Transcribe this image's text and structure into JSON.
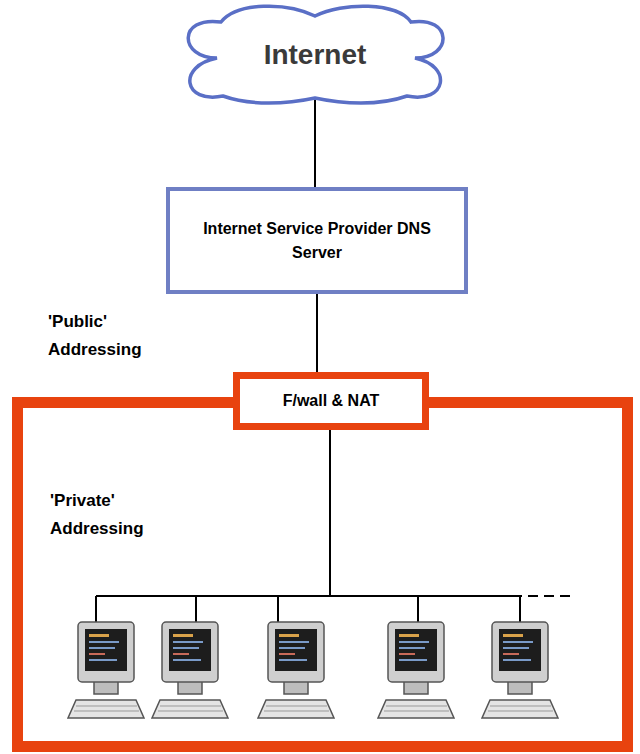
{
  "diagram": {
    "nodes": [
      {
        "text": [
          "Internet"
        ]
      },
      {
        "text": [
          "Internet Service Provider DNS Server"
        ]
      },
      {
        "text": [
          "'Private' Addressing"
        ]
      },
      {
        "text": [
          "F/wall & NAT"
        ],
        "in": 2
      }
    ],
    "edges": [
      {
        "from": 0,
        "to": 1,
        "arrow": "none"
      },
      {
        "from": 1,
        "to": 3,
        "arrow": "none"
      }
    ],
    "labels": [
      "'Public' Addressing"
    ]
  }
}
